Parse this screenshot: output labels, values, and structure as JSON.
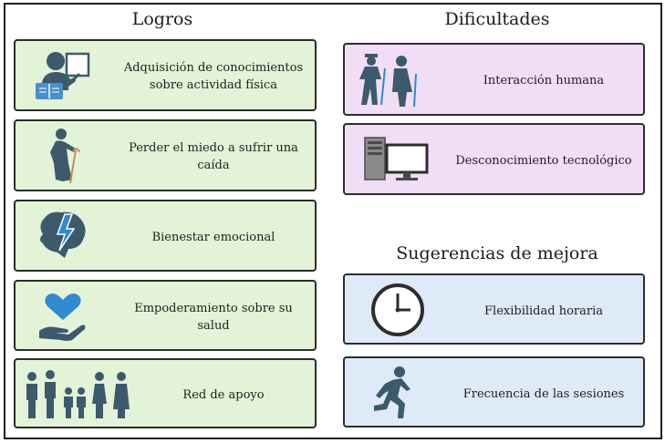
{
  "sections": {
    "logros": {
      "title": "Logros",
      "items": [
        {
          "line1": "Adquisición de conocimientos",
          "line2": "sobre actividad física",
          "icon": "teacher-icon"
        },
        {
          "line1": "Perder el miedo a sufrir una",
          "line2": "caída",
          "icon": "elderly-woman-cane-icon"
        },
        {
          "line1": "Bienestar emocional",
          "line2": "",
          "icon": "brain-lightning-icon"
        },
        {
          "line1": "Empoderamiento sobre su",
          "line2": "salud",
          "icon": "heart-in-hand-icon"
        },
        {
          "line1": "Red de apoyo",
          "line2": "",
          "icon": "family-group-icon"
        }
      ]
    },
    "dificultades": {
      "title": "Dificultades",
      "items": [
        {
          "line1": "Interacción humana",
          "line2": "",
          "icon": "elderly-couple-icon"
        },
        {
          "line1": "Desconocimiento tecnológico",
          "line2": "",
          "icon": "desktop-computer-icon"
        }
      ]
    },
    "sugerencias": {
      "title": "Sugerencias de mejora",
      "items": [
        {
          "line1": "Flexibilidad horaria",
          "line2": "",
          "icon": "clock-icon"
        },
        {
          "line1": "Frecuencia de las sesiones",
          "line2": "",
          "icon": "running-person-icon"
        }
      ]
    }
  },
  "colors": {
    "logros_fill": "#e3f3d8",
    "dificultades_fill": "#f1ddf5",
    "sugerencias_fill": "#deeaf7",
    "icon": "#3d5a6c"
  }
}
